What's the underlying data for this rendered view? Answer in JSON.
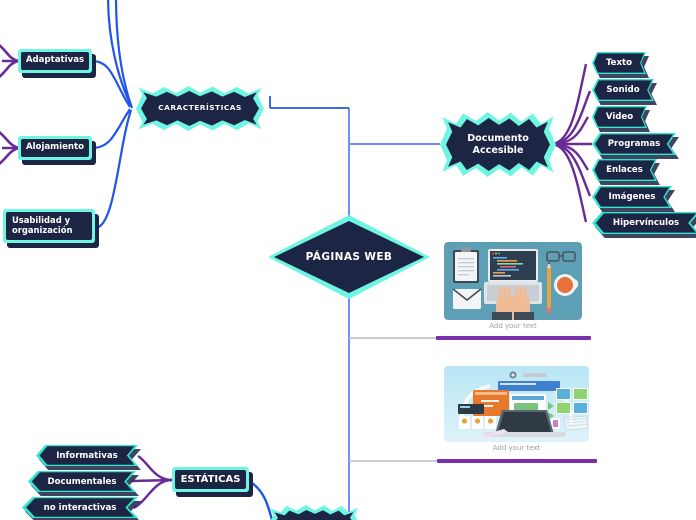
{
  "diagram": {
    "title": "PÁGINAS WEB",
    "type": "mind-map",
    "background": "#ffffff",
    "palette": {
      "node_fill": "#1d2545",
      "node_accent": "#6ff6e2",
      "chevron_accent": "#2ee6d0",
      "edge_blue": "#2154e8",
      "edge_light_blue": "#6f8ff5",
      "edge_purple": "#6a2a96",
      "caption_gray": "#9aa0a8",
      "bar_purple": "#7b2fa8",
      "text": "#ffffff"
    }
  },
  "center": {
    "label": "PÁGINAS WEB",
    "shape": "diamond"
  },
  "branches": {
    "caracteristicas": {
      "label": "CARACTERÍSTICAS",
      "shape": "burst",
      "children": [
        {
          "label": "Adaptativas",
          "shape": "rect"
        },
        {
          "label": "Alojamiento",
          "shape": "rect"
        },
        {
          "label": "Usabilidad y\norganización",
          "shape": "rect"
        }
      ]
    },
    "documento_accesible": {
      "label": "Documento\nAccesible",
      "shape": "burst",
      "children": [
        {
          "label": "Texto",
          "shape": "chevron"
        },
        {
          "label": "Sonido",
          "shape": "chevron"
        },
        {
          "label": "Video",
          "shape": "chevron"
        },
        {
          "label": "Programas",
          "shape": "chevron"
        },
        {
          "label": "Enlaces",
          "shape": "chevron"
        },
        {
          "label": "Imágenes",
          "shape": "chevron"
        },
        {
          "label": "Hipervínculos",
          "shape": "chevron"
        }
      ]
    },
    "estaticas": {
      "label": "ESTÁTICAS",
      "shape": "rect",
      "children": [
        {
          "label": "Informativas",
          "shape": "chevron"
        },
        {
          "label": "Documentales",
          "shape": "chevron"
        },
        {
          "label": "no interactivas",
          "shape": "chevron"
        }
      ]
    }
  },
  "images": [
    {
      "caption": "Add your text",
      "alt": "Illustration of hands typing code on a laptop with clipboard, envelope, glasses, pencil and coffee cup on a teal desk"
    },
    {
      "caption": "Add your text",
      "alt": "Laptop with colorful web page windows and browser screens flying out of it on a light blue background"
    }
  ]
}
